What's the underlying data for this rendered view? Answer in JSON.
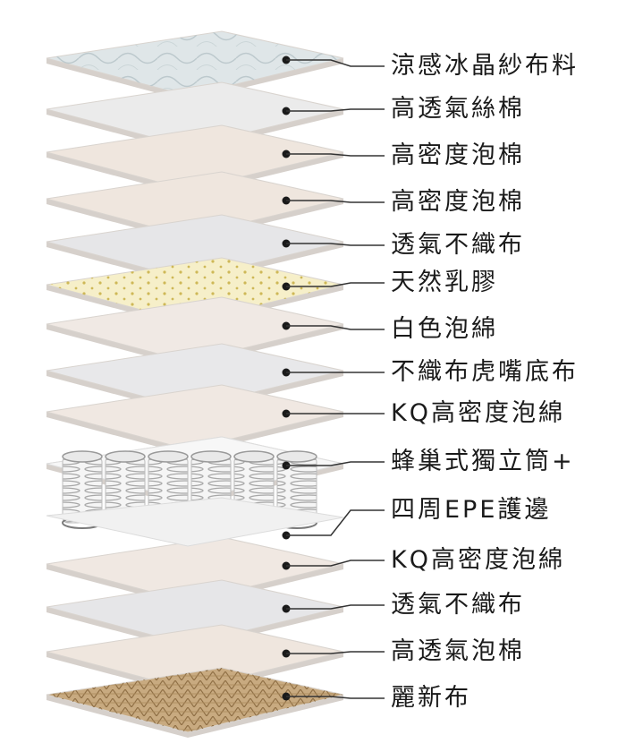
{
  "layers": [
    {
      "label": "涼感冰晶紗布料",
      "color": "#dfe6e8",
      "texture": "quilted"
    },
    {
      "label": "高透氣絲棉",
      "color": "#ebebeb",
      "texture": "plain"
    },
    {
      "label": "高密度泡棉",
      "color": "#efe6de",
      "texture": "plain"
    },
    {
      "label": "高密度泡棉",
      "color": "#efe6de",
      "texture": "plain"
    },
    {
      "label": "透氣不織布",
      "color": "#e6e6e8",
      "texture": "plain"
    },
    {
      "label": "天然乳膠",
      "color": "#f6efc9",
      "texture": "dotted"
    },
    {
      "label": "白色泡綿",
      "color": "#f0e9e4",
      "texture": "plain"
    },
    {
      "label": "不織布虎嘴底布",
      "color": "#e8e8ea",
      "texture": "plain"
    },
    {
      "label": "KQ高密度泡綿",
      "color": "#f0e8e2",
      "texture": "plain"
    },
    {
      "label": "蜂巢式獨立筒+",
      "color": "#f3f3f3",
      "texture": "springs"
    },
    {
      "label": "四周EPE護邊",
      "color": "#f3f3f3",
      "texture": "springs"
    },
    {
      "label": "KQ高密度泡綿",
      "color": "#f0e8e2",
      "texture": "plain"
    },
    {
      "label": "透氣不織布",
      "color": "#e6e6e8",
      "texture": "plain"
    },
    {
      "label": "高透氣泡棉",
      "color": "#efe6de",
      "texture": "plain"
    },
    {
      "label": "麗新布",
      "color": "#c8aa80",
      "texture": "woven"
    }
  ]
}
